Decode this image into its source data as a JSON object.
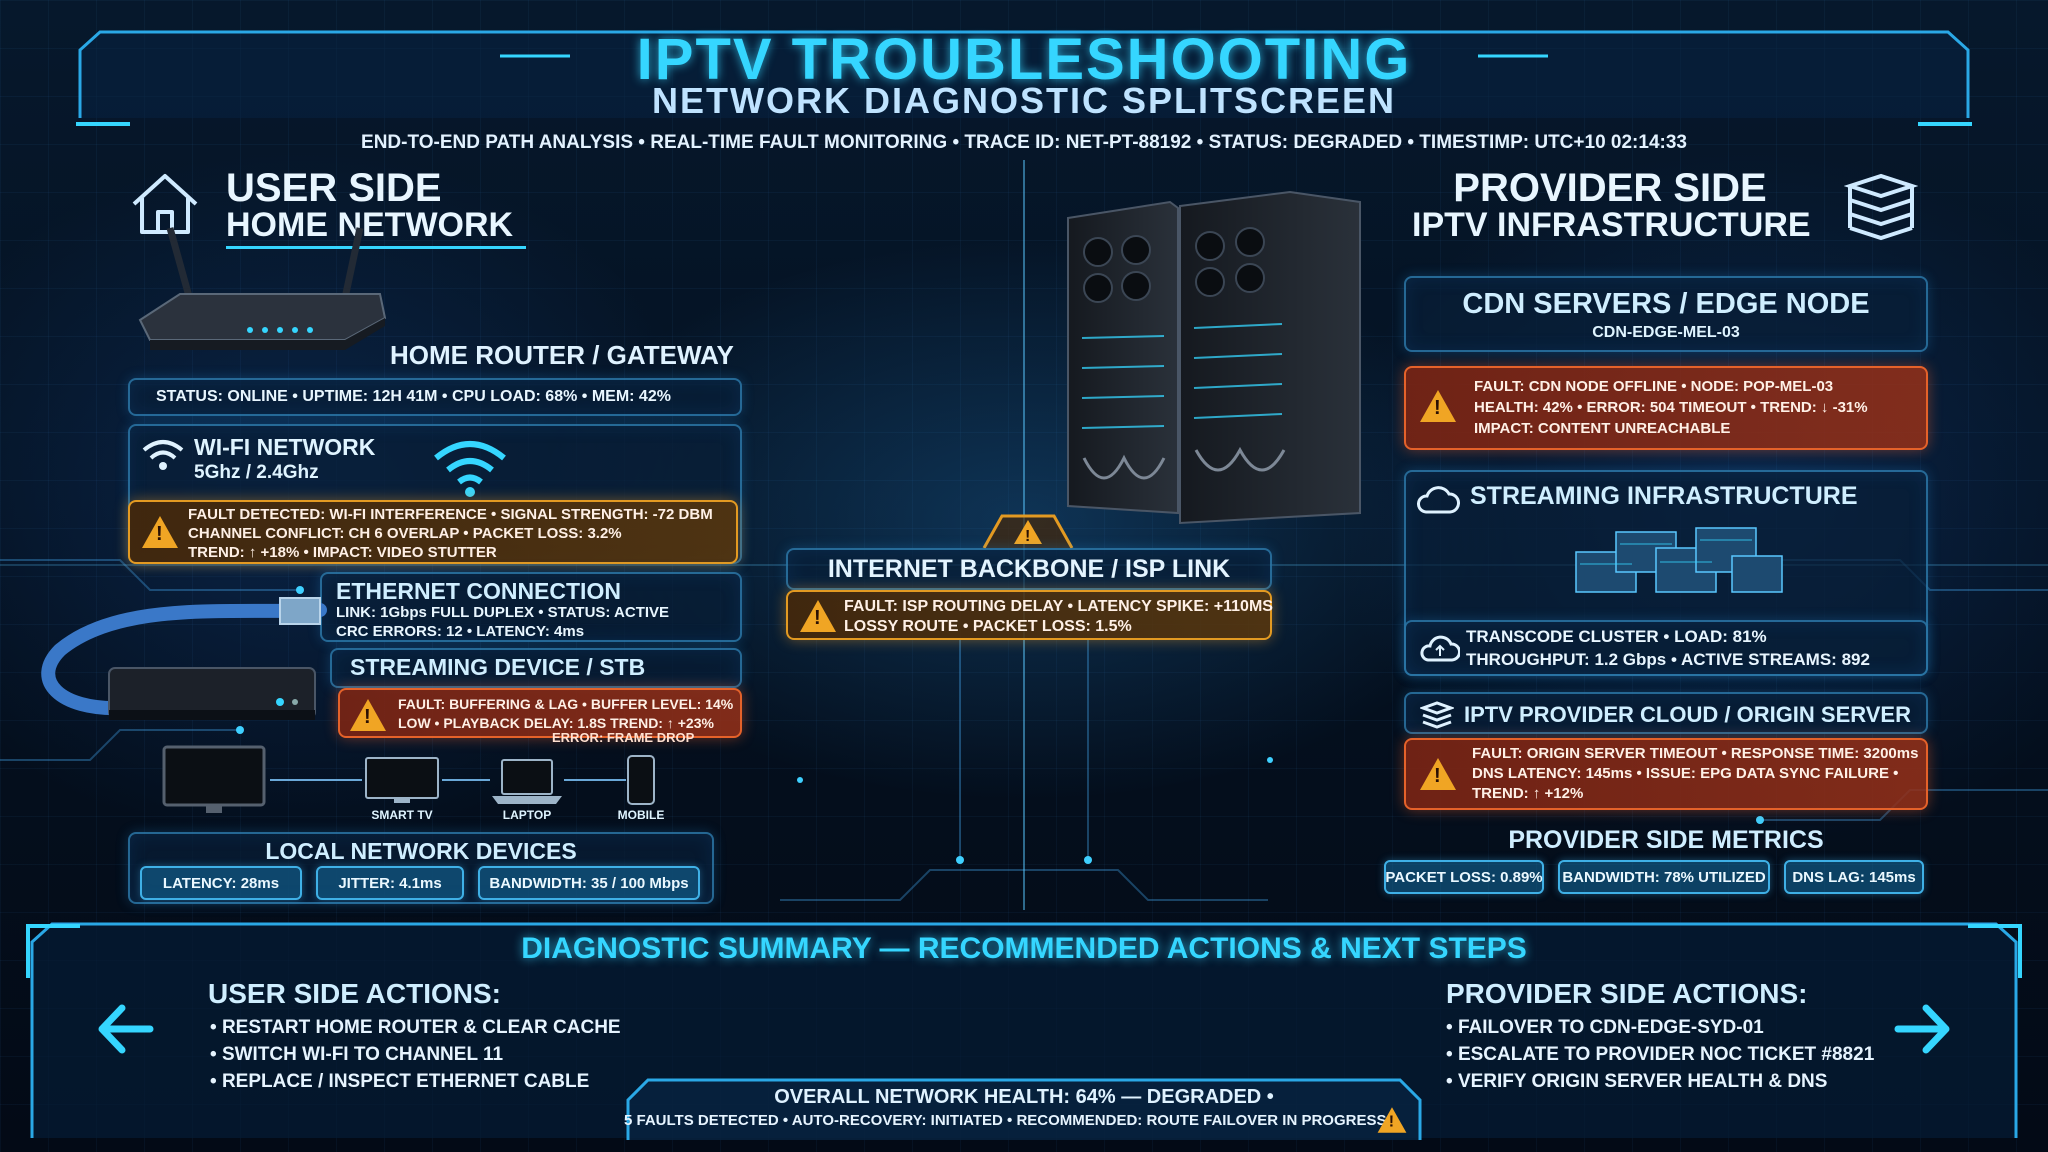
{
  "header": {
    "title": "IPTV TROUBLESHOOTING",
    "subtitle": "NETWORK DIAGNOSTIC SPLITSCREEN",
    "info": "END-TO-END PATH ANALYSIS • REAL-TIME FAULT MONITORING • TRACE ID: NET-PT-88192 • STATUS: DEGRADED • TIMESTIMP: UTC+10 02:14:33"
  },
  "user_side": {
    "title": "USER SIDE",
    "subtitle": "HOME NETWORK",
    "router": {
      "label": "HOME ROUTER / GATEWAY",
      "status": "STATUS: ONLINE • UPTIME: 12h 41m • CPU LOAD: 68% • MEM: 42%"
    },
    "wifi": {
      "label": "WI-FI NETWORK",
      "bands": "5Ghz / 2.4Ghz",
      "fault_line1": "FAULT DETECTED: WI-FI INTERFERENCE • SIGNAL STRENGTH: -72 dBm",
      "fault_line2": "CHANNEL CONFLICT: CH 6 OVERLAP • PACKET LOSS: 3.2%",
      "fault_line3": "TREND: ↑ +18% • IMPACT: VIDEO STUTTER"
    },
    "ethernet": {
      "label": "ETHERNET CONNECTION",
      "line1": "LINK: 1Gbps FULL DUPLEX • STATUS: ACTIVE",
      "line2": "CRC ERRORS: 12 • LATENCY: 4ms"
    },
    "stb": {
      "label": "STREAMING DEVICE / STB",
      "fault_line1": "FAULT: BUFFERING & LAG • BUFFER LEVEL: 14%",
      "fault_line2": "LOW • PLAYBACK DELAY: 1.8s TREND: ↑ +23%",
      "fault_line3": "ERROR: FRAME DROP"
    },
    "devices": {
      "smart_tv": "SMART TV",
      "laptop": "LAPTOP",
      "mobile": "MOBILE"
    },
    "local": {
      "label": "LOCAL NETWORK DEVICES",
      "chips": [
        "LATENCY: 28ms",
        "JITTER: 4.1ms",
        "BANDWIDTH: 35 / 100 Mbps"
      ]
    }
  },
  "backbone": {
    "label": "INTERNET BACKBONE / ISP LINK",
    "fault_line1": "FAULT: ISP ROUTING DELAY • LATENCY SPIKE: +110ms",
    "fault_line2": "LOSSY ROUTE • PACKET LOSS: 1.5%"
  },
  "provider_side": {
    "title": "PROVIDER SIDE",
    "subtitle": "IPTV INFRASTRUCTURE",
    "cdn": {
      "label": "CDN SERVERS / EDGE NODE",
      "node_id": "CDN-EDGE-MEL-03",
      "fault_line1": "FAULT: CDN NODE OFFLINE • NODE: POP-MEL-03",
      "fault_line2": "HEALTH: 42% • ERROR: 504 TIMEOUT • TREND: ↓ -31%",
      "fault_line3": "IMPACT: CONTENT UNREACHABLE"
    },
    "streaming": {
      "label": "STREAMING INFRASTRUCTURE",
      "line1": "TRANSCODE CLUSTER • LOAD: 81%",
      "line2": "THROUGHPUT: 1.2 Gbps • ACTIVE STREAMS: 892"
    },
    "origin": {
      "label": "IPTV PROVIDER CLOUD / ORIGIN SERVER",
      "fault_line1": "FAULT: ORIGIN SERVER TIMEOUT • RESPONSE TIME: 3200ms",
      "fault_line2": "DNS LATENCY: 145ms • ISSUE: EPG DATA SYNC FAILURE •",
      "fault_line3": "TREND: ↑ +12%"
    },
    "metrics": {
      "label": "PROVIDER SIDE METRICS",
      "chips": [
        "PACKET LOSS: 0.89%",
        "BANDWIDTH: 78% UTILIZED",
        "DNS LAG: 145ms"
      ]
    }
  },
  "summary": {
    "title": "DIAGNOSTIC SUMMARY — RECOMMENDED ACTIONS & NEXT STEPS",
    "user_title": "USER SIDE ACTIONS:",
    "user_actions": [
      "RESTART HOME ROUTER & CLEAR CACHE",
      "SWITCH WI-FI TO CHANNEL 11",
      "REPLACE / INSPECT ETHERNET CABLE"
    ],
    "provider_title": "PROVIDER SIDE ACTIONS:",
    "provider_actions": [
      "FAILOVER TO CDN-EDGE-SYD-01",
      "ESCALATE TO PROVIDER NOC TICKET #8821",
      "VERIFY ORIGIN SERVER HEALTH & DNS"
    ],
    "health": "OVERALL NETWORK HEALTH: 64% — DEGRADED •",
    "health_detail": "5 FAULTS DETECTED • AUTO-RECOVERY: INITIATED • RECOMMENDED: ROUTE FAILOVER IN PROGRESS"
  },
  "colors": {
    "accent": "#35d6ff",
    "fault": "#e5622a",
    "warning": "#f0a524",
    "background": "#04101f"
  },
  "icons": [
    "home-icon",
    "server-stack-icon",
    "wifi-icon",
    "cloud-icon",
    "warning-icon",
    "arrow-left-icon",
    "arrow-right-icon"
  ]
}
